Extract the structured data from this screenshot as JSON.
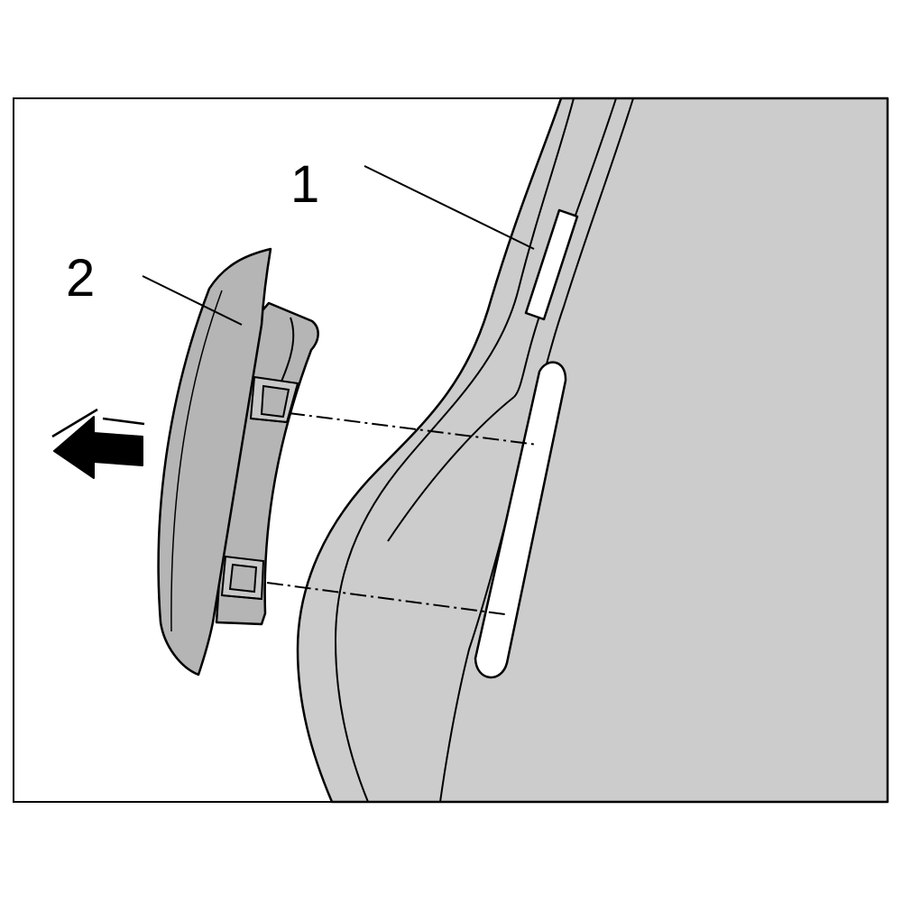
{
  "callouts": [
    {
      "id": "1",
      "label": "1"
    },
    {
      "id": "2",
      "label": "2"
    }
  ],
  "colors": {
    "background": "#ffffff",
    "panel": "#cccccc",
    "part": "#b5b5b5",
    "part_light": "#c9c9c9",
    "line": "#000000"
  },
  "icons": {
    "arrow": "removal-direction-arrow-icon"
  }
}
